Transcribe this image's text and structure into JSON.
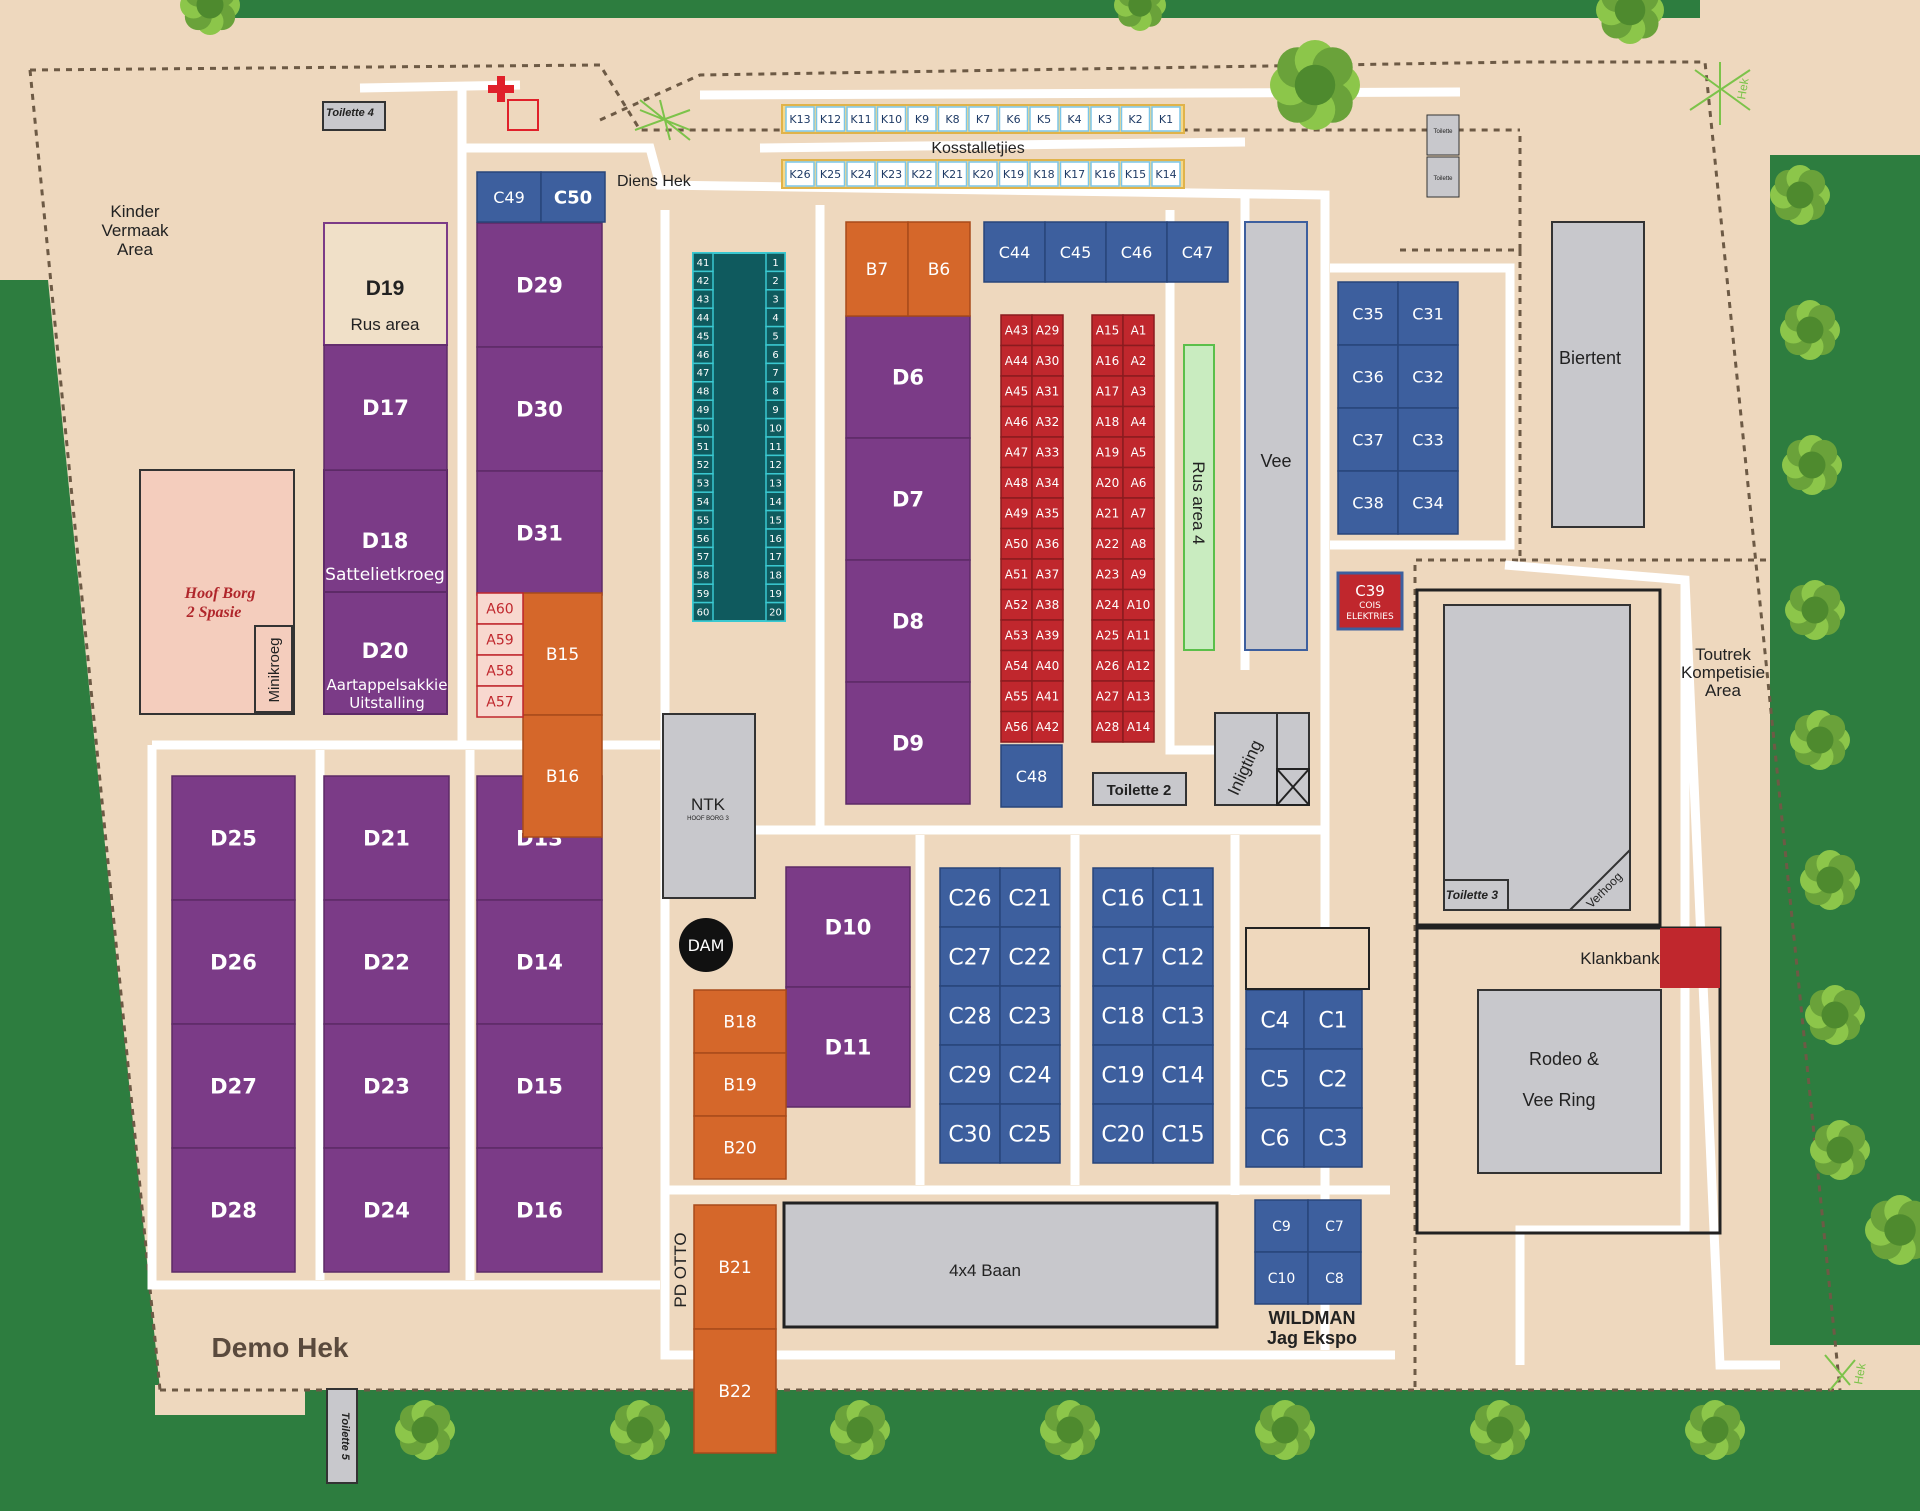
{
  "colors": {
    "ground": "#eed8be",
    "grass": "#2d7d3f",
    "path": "#ffffff",
    "purple": "#7b3b87",
    "blue": "#3d5f9e",
    "orange": "#d5672a",
    "red": "#c0272d",
    "teal": "#0f5a5e",
    "gray": "#c8c8cc",
    "pink": "#f4cdbd",
    "cream": "#efd8bd",
    "lightgreen": "#c9ecc0",
    "yellow": "#f6d98a"
  },
  "areas": {
    "kinder": [
      "Kinder",
      "Vermaak",
      "Area"
    ],
    "toutrek": [
      "Toutrek",
      "Kompetisie",
      "Area"
    ],
    "diens_hek": "Diens Hek",
    "demo_hek": "Demo Hek",
    "hek_top": "Hek",
    "hek_bottom": "Hek",
    "kosstalletjies": "Kosstalletjies",
    "hoof_borg": [
      "Hoof Borg",
      "2 Spasie"
    ],
    "minikroeg": "Minikroeg",
    "ntk": "NTK",
    "ntk_sub": "HOOF BORG 3",
    "dam": "DAM",
    "pd_otto": "PD OTTO",
    "baan": "4x4 Baan",
    "wildman": [
      "WILDMAN",
      "Jag Ekspo"
    ],
    "vee": "Vee",
    "rus4": "Rus area 4",
    "inligting": "Inligting",
    "biertent": "Biertent",
    "klankbank": "Klankbank",
    "rodeo": [
      "Rodeo &",
      "Vee Ring"
    ],
    "verhoog": "Verhoog",
    "toilette": [
      "Toilette 2",
      "Toilette 3",
      "Toilette 4",
      "Toilette 5",
      "Toilette",
      "Toilette"
    ],
    "c39": [
      "C39",
      "COIS",
      "ELEKTRIES"
    ]
  },
  "stands": {
    "d19": [
      "D19",
      "Rus area"
    ],
    "d18": [
      "D18",
      "Sattelietkroeg"
    ],
    "d20": [
      "D20",
      "Aartappelsakkie",
      "Uitstalling"
    ],
    "d_col_a": [
      "D17"
    ],
    "d_col_b": [
      "D29",
      "D30",
      "D31"
    ],
    "d_col_c": [
      "D6",
      "D7",
      "D8",
      "D9"
    ],
    "d_col_d": [
      "D25",
      "D26",
      "D27",
      "D28"
    ],
    "d_col_e": [
      "D21",
      "D22",
      "D23",
      "D24"
    ],
    "d_col_f": [
      "D13",
      "D14",
      "D15",
      "D16"
    ],
    "d_col_g": [
      "D10",
      "D11"
    ],
    "b_top": [
      "B7",
      "B6"
    ],
    "b_mid": [
      "B15",
      "B16"
    ],
    "b_low": [
      "B18",
      "B19",
      "B20"
    ],
    "b_bot": [
      "B21",
      "B22"
    ],
    "a_small": [
      "A60",
      "A59",
      "A58",
      "A57"
    ],
    "a_left": [
      "A43",
      "A44",
      "A45",
      "A46",
      "A47",
      "A48",
      "A49",
      "A50",
      "A51",
      "A52",
      "A53",
      "A54",
      "A55",
      "A56"
    ],
    "a_left2": [
      "A29",
      "A30",
      "A31",
      "A32",
      "A33",
      "A34",
      "A35",
      "A36",
      "A37",
      "A38",
      "A39",
      "A40",
      "A41",
      "A42"
    ],
    "a_right": [
      "A15",
      "A16",
      "A17",
      "A18",
      "A19",
      "A20",
      "A21",
      "A22",
      "A23",
      "A24",
      "A25",
      "A26",
      "A27",
      "A28"
    ],
    "a_right2": [
      "A1",
      "A2",
      "A3",
      "A4",
      "A5",
      "A6",
      "A7",
      "A8",
      "A9",
      "A10",
      "A11",
      "A12",
      "A13",
      "A14"
    ],
    "c_top": [
      "C49",
      "C50"
    ],
    "c_row": [
      "C44",
      "C45",
      "C46",
      "C47"
    ],
    "c48": "C48",
    "c_right_a": [
      "C35",
      "C36",
      "C37",
      "C38"
    ],
    "c_right_b": [
      "C31",
      "C32",
      "C33",
      "C34"
    ],
    "c_g1a": [
      "C26",
      "C27",
      "C28",
      "C29",
      "C30"
    ],
    "c_g1b": [
      "C21",
      "C22",
      "C23",
      "C24",
      "C25"
    ],
    "c_g2a": [
      "C16",
      "C17",
      "C18",
      "C19",
      "C20"
    ],
    "c_g2b": [
      "C11",
      "C12",
      "C13",
      "C14",
      "C15"
    ],
    "c_g3a": [
      "C4",
      "C5",
      "C6"
    ],
    "c_g3b": [
      "C1",
      "C2",
      "C3"
    ],
    "c_g4": [
      "C9",
      "C7",
      "C10",
      "C8"
    ],
    "k_top": [
      "K13",
      "K12",
      "K11",
      "K10",
      "K9",
      "K8",
      "K7",
      "K6",
      "K5",
      "K4",
      "K3",
      "K2",
      "K1"
    ],
    "k_bot": [
      "K26",
      "K25",
      "K24",
      "K23",
      "K22",
      "K21",
      "K20",
      "K19",
      "K18",
      "K17",
      "K16",
      "K15",
      "K14"
    ],
    "teal_left": [
      "41",
      "42",
      "43",
      "44",
      "45",
      "46",
      "47",
      "48",
      "49",
      "50",
      "51",
      "52",
      "53",
      "54",
      "55",
      "56",
      "57",
      "58",
      "59",
      "60"
    ],
    "teal_right": [
      "1",
      "2",
      "3",
      "4",
      "5",
      "6",
      "7",
      "8",
      "9",
      "10",
      "11",
      "12",
      "13",
      "14",
      "15",
      "16",
      "17",
      "18",
      "19",
      "20"
    ]
  }
}
